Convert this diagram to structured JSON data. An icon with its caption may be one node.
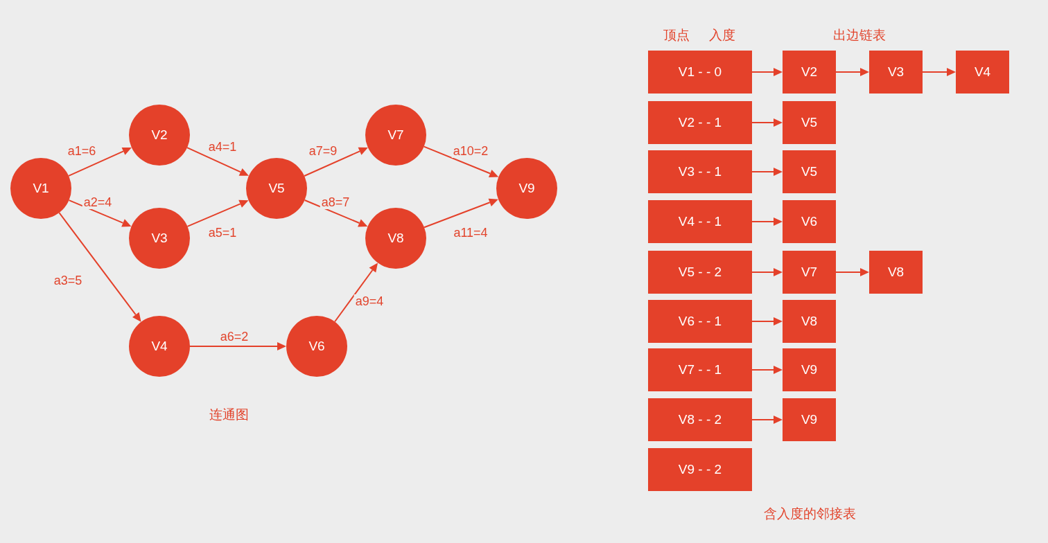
{
  "diagram": {
    "nodes": [
      {
        "text": [
          "V1"
        ]
      },
      {
        "text": [
          "V2"
        ]
      },
      {
        "text": [
          "V3"
        ]
      },
      {
        "text": [
          "V4"
        ]
      },
      {
        "text": [
          "V5"
        ]
      },
      {
        "text": [
          "V6"
        ]
      },
      {
        "text": [
          "V7"
        ]
      },
      {
        "text": [
          "V8"
        ]
      },
      {
        "text": [
          "V9"
        ]
      },
      {
        "text": [
          "V1 - - 0"
        ]
      },
      {
        "text": [
          "V2"
        ]
      },
      {
        "text": [
          "V3"
        ]
      },
      {
        "text": [
          "V4"
        ]
      },
      {
        "text": [
          "V2 - - 1"
        ]
      },
      {
        "text": [
          "V5"
        ]
      },
      {
        "text": [
          "V3 - - 1"
        ]
      },
      {
        "text": [
          "V5"
        ]
      },
      {
        "text": [
          "V4 - - 1"
        ]
      },
      {
        "text": [
          "V6"
        ]
      },
      {
        "text": [
          "V5 - - 2"
        ]
      },
      {
        "text": [
          "V7"
        ]
      },
      {
        "text": [
          "V8"
        ]
      },
      {
        "text": [
          "V6 - - 1"
        ]
      },
      {
        "text": [
          "V8"
        ]
      },
      {
        "text": [
          "V7 - - 1"
        ]
      },
      {
        "text": [
          "V9"
        ]
      },
      {
        "text": [
          "V8 - - 2"
        ]
      },
      {
        "text": [
          "V9"
        ]
      },
      {
        "text": [
          "V9 - - 2"
        ]
      }
    ],
    "edges": [
      {
        "from": 0,
        "to": 1,
        "arrow": "to",
        "label": "a1=6"
      },
      {
        "from": 0,
        "to": 2,
        "arrow": "to",
        "label": "a2=4"
      },
      {
        "from": 0,
        "to": 3,
        "arrow": "to",
        "label": "a3=5"
      },
      {
        "from": 1,
        "to": 4,
        "arrow": "to",
        "label": "a4=1"
      },
      {
        "from": 2,
        "to": 4,
        "arrow": "to",
        "label": "a5=1"
      },
      {
        "from": 3,
        "to": 5,
        "arrow": "to",
        "label": "a6=2"
      },
      {
        "from": 4,
        "to": 6,
        "arrow": "to",
        "label": "a7=9"
      },
      {
        "from": 4,
        "to": 7,
        "arrow": "to",
        "label": "a8=7"
      },
      {
        "from": 5,
        "to": 7,
        "arrow": "to",
        "label": "a9=4"
      },
      {
        "from": 6,
        "to": 8,
        "arrow": "to",
        "label": "a10=2"
      },
      {
        "from": 7,
        "to": 8,
        "arrow": "to",
        "label": "a11=4"
      },
      {
        "from": 9,
        "to": 10,
        "arrow": "to"
      },
      {
        "from": 10,
        "to": 11,
        "arrow": "to"
      },
      {
        "from": 11,
        "to": 12,
        "arrow": "to"
      },
      {
        "from": 13,
        "to": 14,
        "arrow": "to"
      },
      {
        "from": 15,
        "to": 16,
        "arrow": "to"
      },
      {
        "from": 17,
        "to": 18,
        "arrow": "to"
      },
      {
        "from": 19,
        "to": 20,
        "arrow": "to"
      },
      {
        "from": 20,
        "to": 21,
        "arrow": "to"
      },
      {
        "from": 22,
        "to": 23,
        "arrow": "to"
      },
      {
        "from": 24,
        "to": 25,
        "arrow": "to"
      },
      {
        "from": 26,
        "to": 27,
        "arrow": "to"
      }
    ],
    "labels": [
      "顶点",
      "入度",
      "出边链表",
      "连通图",
      "含入度的邻接表"
    ]
  }
}
